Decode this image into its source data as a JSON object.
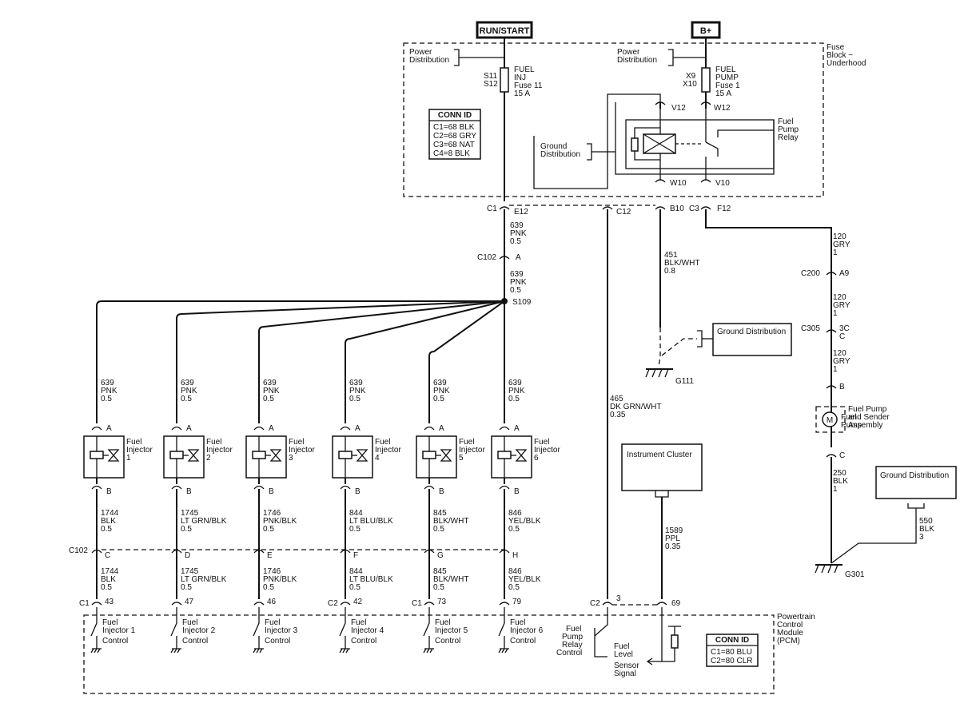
{
  "supply": {
    "run_start": "RUN/START",
    "b_plus": "B+"
  },
  "fuse_block": {
    "title1": "Fuse",
    "title2": "Block ~",
    "title3": "Underhood",
    "pd_left_1": "Power",
    "pd_left_2": "Distribution",
    "pd_right_1": "Power",
    "pd_right_2": "Distribution",
    "gd_1": "Ground",
    "gd_2": "Distribution",
    "fuse11": {
      "s1": "S11",
      "s2": "S12",
      "n1": "FUEL",
      "n2": "INJ",
      "n3": "Fuse 11",
      "n4": "15 A"
    },
    "fuse1": {
      "s1": "X9",
      "s2": "X10",
      "n1": "FUEL",
      "n2": "PUMP",
      "n3": "Fuse 1",
      "n4": "15 A"
    },
    "relay_1": "Fuel",
    "relay_2": "Pump",
    "relay_3": "Relay",
    "pins": {
      "v12": "V12",
      "w12": "W12",
      "w10": "W10",
      "v10": "V10"
    },
    "conn_title": "CONN ID",
    "conn_rows": [
      "C1=68 BLK",
      "C2=68 GRY",
      "C3=68 NAT",
      "C4=8 BLK"
    ]
  },
  "connectors": {
    "c1": "C1",
    "e12": "E12",
    "c12": "C12",
    "b10": "B10",
    "c3": "C3",
    "f12": "F12",
    "c102": "C102",
    "a": "A",
    "s109": "S109",
    "c200": "C200",
    "a9": "A9",
    "c305": "C305",
    "c3c1": "3C",
    "c3c2": "C",
    "pump_b": "B",
    "pump_c": "C",
    "g111": "G111",
    "g301": "G301"
  },
  "wires": {
    "w639a": [
      "639",
      "PNK",
      "0.5"
    ],
    "w639b": [
      "639",
      "PNK",
      "0.5"
    ],
    "w451": [
      "451",
      "BLK/WHT",
      "0.8"
    ],
    "w120a": [
      "120",
      "GRY",
      "1"
    ],
    "w120b": [
      "120",
      "GRY",
      "1"
    ],
    "w120c": [
      "120",
      "GRY",
      "1"
    ],
    "w465": [
      "465",
      "DK GRN/WHT",
      "0.35"
    ],
    "w250": [
      "250",
      "BLK",
      "1"
    ],
    "w550": [
      "550",
      "BLK",
      "3"
    ],
    "w1589": [
      "1589",
      "PPL",
      "0.35"
    ]
  },
  "ground_dist": "Ground Distribution",
  "ground_dist2": "Ground Distribution",
  "pump_assy": {
    "m": "M",
    "f1": "Fuel",
    "f2": "Pump",
    "a1": "Fuel Pump",
    "a2": "and Sender",
    "a3": "Assembly"
  },
  "instrument_cluster": "Instrument Cluster",
  "injectors": [
    {
      "wire_top": [
        "639",
        "PNK",
        "0.5"
      ],
      "pin_a": "A",
      "pin_b": "B",
      "name1": "Fuel",
      "name2": "Injector",
      "num": "1",
      "wire_mid": [
        "1744",
        "BLK",
        "0.5"
      ],
      "c102_pin": "C",
      "wire_bot": [
        "1744",
        "BLK",
        "0.5"
      ],
      "pcm_conn": "C1",
      "pcm_pin": "43",
      "ctrl1": "Fuel",
      "ctrl2": "Injector 1",
      "ctrl3": "Control"
    },
    {
      "wire_top": [
        "639",
        "PNK",
        "0.5"
      ],
      "pin_a": "A",
      "pin_b": "B",
      "name1": "Fuel",
      "name2": "Injector",
      "num": "2",
      "wire_mid": [
        "1745",
        "LT GRN/BLK",
        "0.5"
      ],
      "c102_pin": "D",
      "wire_bot": [
        "1745",
        "LT GRN/BLK",
        "0.5"
      ],
      "pcm_conn": "",
      "pcm_pin": "47",
      "ctrl1": "Fuel",
      "ctrl2": "Injector 2",
      "ctrl3": "Control"
    },
    {
      "wire_top": [
        "639",
        "PNK",
        "0.5"
      ],
      "pin_a": "A",
      "pin_b": "B",
      "name1": "Fuel",
      "name2": "Injector",
      "num": "3",
      "wire_mid": [
        "1746",
        "PNK/BLK",
        "0.5"
      ],
      "c102_pin": "E",
      "wire_bot": [
        "1746",
        "PNK/BLK",
        "0.5"
      ],
      "pcm_conn": "",
      "pcm_pin": "46",
      "ctrl1": "Fuel",
      "ctrl2": "Injector 3",
      "ctrl3": "Control"
    },
    {
      "wire_top": [
        "639",
        "PNK",
        "0.5"
      ],
      "pin_a": "A",
      "pin_b": "B",
      "name1": "Fuel",
      "name2": "Injector",
      "num": "4",
      "wire_mid": [
        "844",
        "LT BLU/BLK",
        "0.5"
      ],
      "c102_pin": "F",
      "wire_bot": [
        "844",
        "LT BLU/BLK",
        "0.5"
      ],
      "pcm_conn": "C2",
      "pcm_pin": "42",
      "ctrl1": "Fuel",
      "ctrl2": "Injector 4",
      "ctrl3": "Control"
    },
    {
      "wire_top": [
        "639",
        "PNK",
        "0.5"
      ],
      "pin_a": "A",
      "pin_b": "B",
      "name1": "Fuel",
      "name2": "Injector",
      "num": "5",
      "wire_mid": [
        "845",
        "BLK/WHT",
        "0.5"
      ],
      "c102_pin": "G",
      "wire_bot": [
        "845",
        "BLK/WHT",
        "0.5"
      ],
      "pcm_conn": "C1",
      "pcm_pin": "73",
      "ctrl1": "Fuel",
      "ctrl2": "Injector 5",
      "ctrl3": "Control"
    },
    {
      "wire_top": [
        "639",
        "PNK",
        "0.5"
      ],
      "pin_a": "A",
      "pin_b": "B",
      "name1": "Fuel",
      "name2": "Injector",
      "num": "6",
      "wire_mid": [
        "846",
        "YEL/BLK",
        "0.5"
      ],
      "c102_pin": "H",
      "wire_bot": [
        "846",
        "YEL/BLK",
        "0.5"
      ],
      "pcm_conn": "",
      "pcm_pin": "79",
      "ctrl1": "Fuel",
      "ctrl2": "Injector 6",
      "ctrl3": "Control"
    }
  ],
  "c102_bottom": "C102",
  "pcm": {
    "t1": "Powertrain",
    "t2": "Control",
    "t3": "Module",
    "t4": "(PCM)",
    "c2": "C2",
    "pin3": "3",
    "pin69": "69",
    "relay_ctrl": [
      "Fuel",
      "Pump",
      "Relay",
      "Control"
    ],
    "level_sig": [
      "Fuel",
      "Level",
      "Sensor",
      "Signal"
    ],
    "conn_title": "CONN ID",
    "conn_rows": [
      "C1=80 BLU",
      "C2=80 CLR"
    ]
  }
}
